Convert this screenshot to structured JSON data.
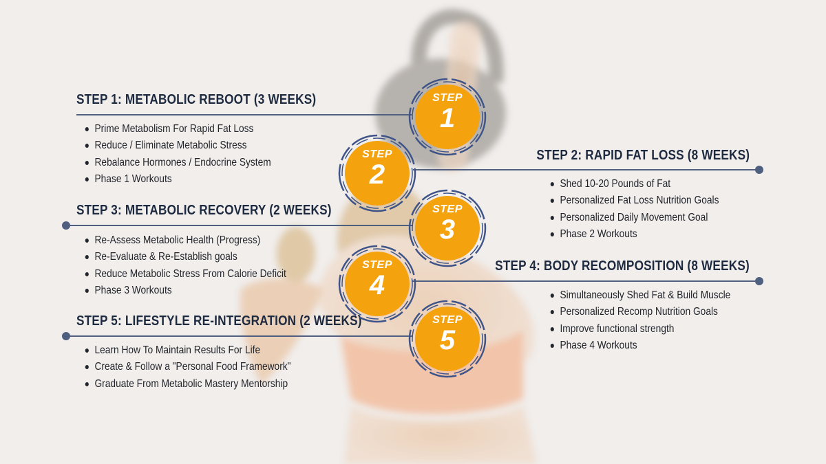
{
  "colors": {
    "background": "#f1eeec",
    "heading": "#1d2a40",
    "bullet_text": "#22252b",
    "connector": "#4e5f80",
    "badge_fill": "#f4a20d",
    "badge_ring": "#3e5488",
    "badge_text": "#ffffff"
  },
  "steps": [
    {
      "heading": "STEP 1: METABOLIC REBOOT (3 WEEKS)",
      "badge_word": "STEP",
      "badge_number": "1",
      "bullets": [
        "Prime Metabolism For Rapid Fat Loss",
        "Reduce / Eliminate Metabolic Stress",
        "Rebalance Hormones / Endocrine System",
        "Phase 1 Workouts"
      ]
    },
    {
      "heading": "STEP 2: RAPID FAT LOSS (8 WEEKS)",
      "badge_word": "STEP",
      "badge_number": "2",
      "bullets": [
        "Shed 10-20 Pounds of Fat",
        "Personalized Fat Loss Nutrition Goals",
        "Personalized Daily Movement Goal",
        "Phase 2 Workouts"
      ]
    },
    {
      "heading": "STEP 3: METABOLIC RECOVERY (2 WEEKS)",
      "badge_word": "STEP",
      "badge_number": "3",
      "bullets": [
        "Re-Assess Metabolic Health (Progress)",
        "Re-Evaluate & Re-Establish goals",
        "Reduce Metabolic Stress From Calorie Deficit",
        "Phase 3 Workouts"
      ]
    },
    {
      "heading": "STEP 4: BODY RECOMPOSITION (8 WEEKS)",
      "badge_word": "STEP",
      "badge_number": "4",
      "bullets": [
        "Simultaneously Shed Fat & Build Muscle",
        "Personalized Recomp Nutrition Goals",
        "Improve functional strength",
        "Phase 4 Workouts"
      ]
    },
    {
      "heading": "STEP 5: LIFESTYLE RE-INTEGRATION (2 WEEKS)",
      "badge_word": "STEP",
      "badge_number": "5",
      "bullets": [
        "Learn How To Maintain Results For Life",
        "Create & Follow a \"Personal Food Framework\"",
        "Graduate From Metabolic Mastery Mentorship"
      ]
    }
  ]
}
